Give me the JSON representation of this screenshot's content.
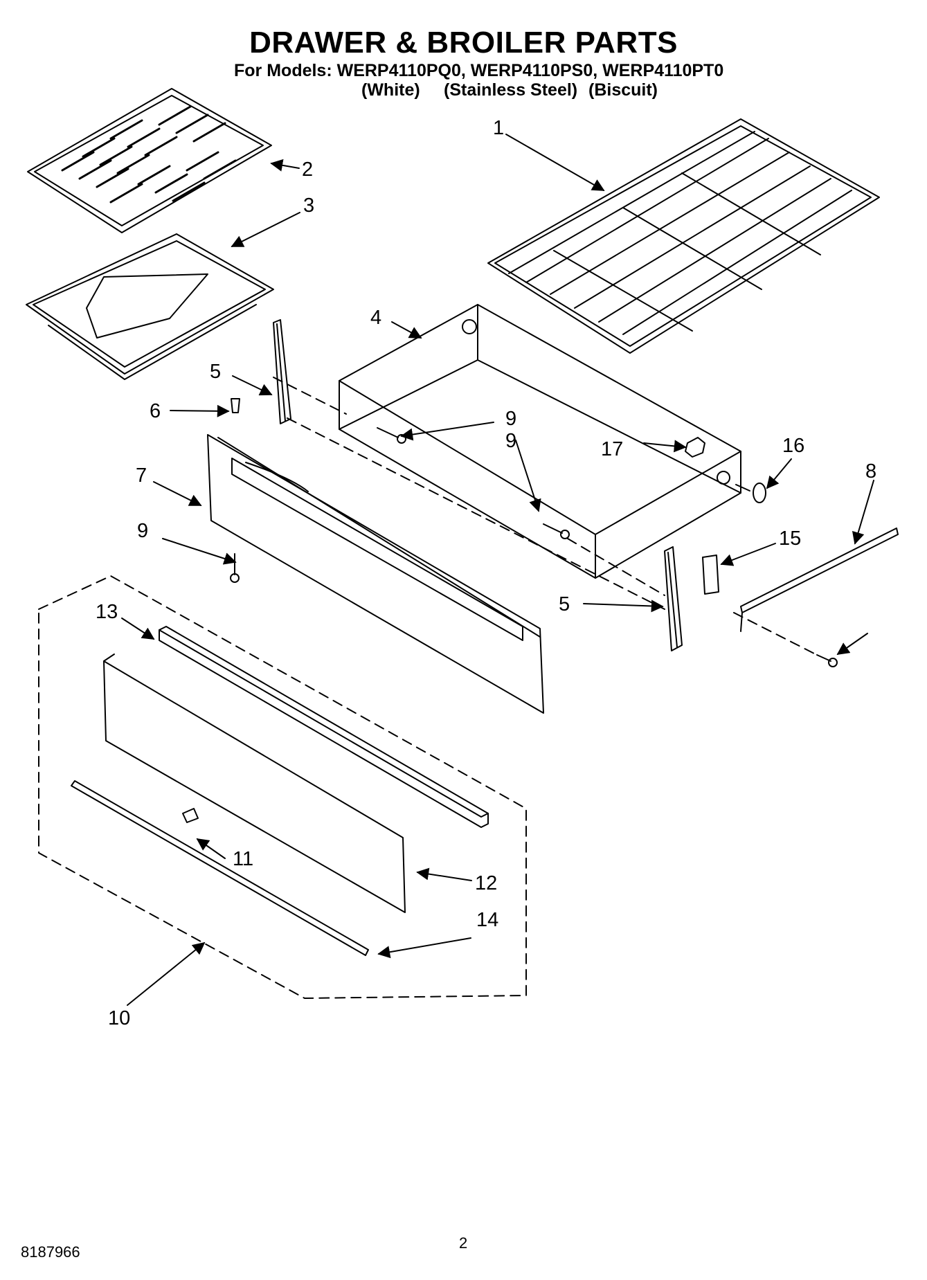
{
  "header": {
    "title": "DRAWER & BROILER PARTS",
    "models_line": "For Models: WERP4110PQ0, WERP4110PS0, WERP4110PT0",
    "variants": [
      "(White)",
      "(Stainless Steel)",
      "(Biscuit)"
    ]
  },
  "callouts": [
    "1",
    "2",
    "3",
    "4",
    "5",
    "6",
    "7",
    "9",
    "9",
    "17",
    "16",
    "8",
    "15",
    "5",
    "13",
    "9",
    "11",
    "12",
    "14",
    "10"
  ],
  "footer": {
    "code": "8187966",
    "page": "2"
  }
}
